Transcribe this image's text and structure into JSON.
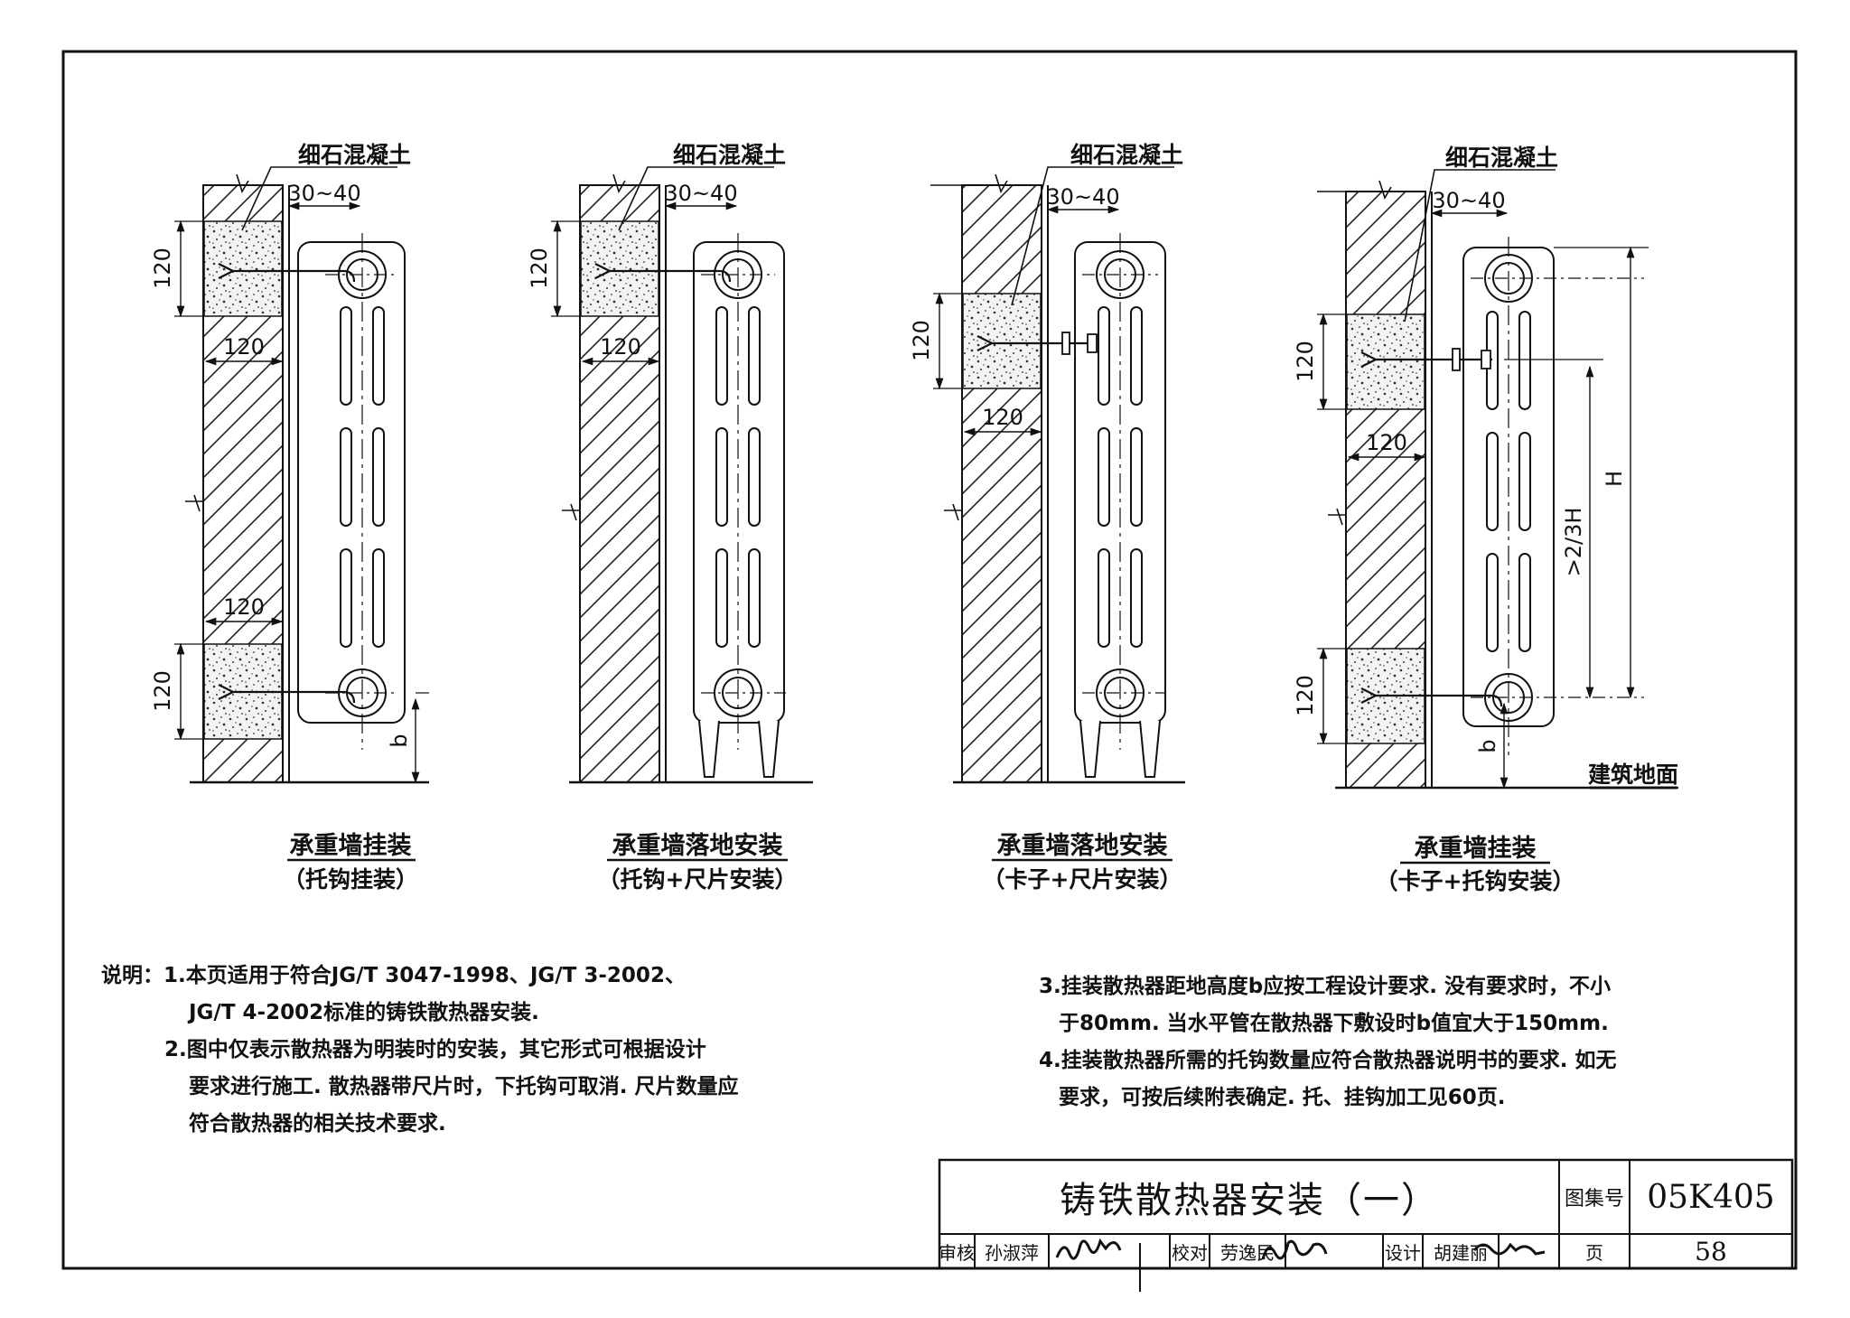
{
  "concrete_label": "细石混凝土",
  "gap_label": "30~40",
  "dim_120": "120",
  "dim_b": "b",
  "dim_H": "H",
  "dim_two_thirds_H": ">2/3H",
  "floor_label": "建筑地面",
  "variants": [
    {
      "title": "承重墙挂装",
      "subtitle": "（托钩挂装）"
    },
    {
      "title": "承重墙落地安装",
      "subtitle": "（托钩+尺片安装）"
    },
    {
      "title": "承重墙落地安装",
      "subtitle": "（卡子+尺片安装）"
    },
    {
      "title": "承重墙挂装",
      "subtitle": "（卡子+托钩安装）"
    }
  ],
  "notes": {
    "heading": "说明：",
    "left": [
      "1.本页适用于符合JG/T 3047-1998、JG/T 3-2002、",
      "JG/T 4-2002标准的铸铁散热器安装.",
      "2.图中仅表示散热器为明装时的安装，其它形式可根据设计",
      "要求进行施工. 散热器带尺片时，下托钩可取消. 尺片数量应",
      "符合散热器的相关技术要求."
    ],
    "right": [
      "3.挂装散热器距地高度b应按工程设计要求. 没有要求时，不小",
      "于80mm. 当水平管在散热器下敷设时b值宜大于150mm.",
      "4.挂装散热器所需的托钩数量应符合散热器说明书的要求. 如无",
      "要求，可按后续附表确定. 托、挂钩加工见60页."
    ]
  },
  "title_block": {
    "title": "铸铁散热器安装（一）",
    "atlas_label": "图集号",
    "atlas_no": "05K405",
    "page_label": "页",
    "page_no": "58",
    "review_label": "审核",
    "reviewer": "孙淑萍",
    "check_label": "校对",
    "checker": "劳逸民",
    "design_label": "设计",
    "designer": "胡建丽"
  }
}
